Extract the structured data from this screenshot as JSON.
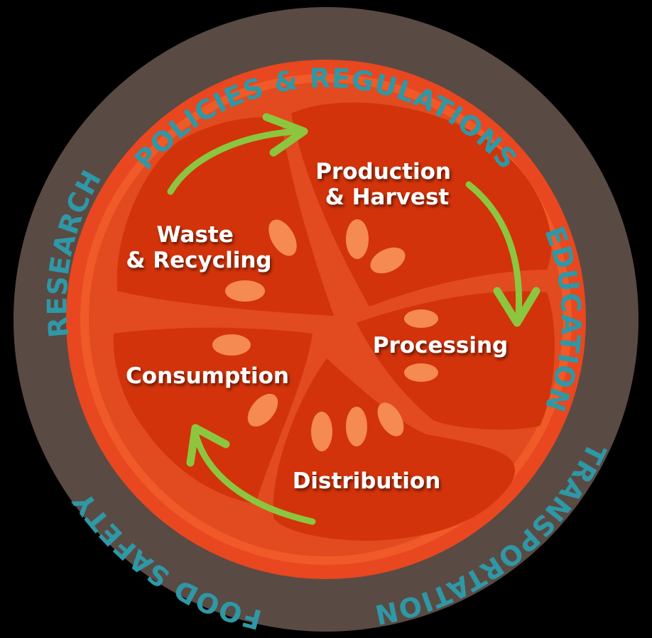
{
  "outer_ring": {
    "labels": {
      "top": "POLICIES & REGULATIONS",
      "right": "EDUCATION",
      "bottom_right": "TRANSPORTATION",
      "bottom_left": "FOOD SAFETY",
      "left": "RESEARCH"
    }
  },
  "segments": {
    "production": {
      "line1": "Production",
      "line2": "& Harvest"
    },
    "processing": {
      "line1": "Processing"
    },
    "distribution": {
      "line1": "Distribution"
    },
    "consumption": {
      "line1": "Consumption"
    },
    "waste": {
      "line1": "Waste",
      "line2": "& Recycling"
    }
  },
  "colors": {
    "background": "#000000",
    "ring": "#5a4a44",
    "ring_text": "#2e98a6",
    "tomato_outer": "#e8471f",
    "tomato_flesh": "#d2330a",
    "membrane": "#f05a28",
    "seed": "#f58a52",
    "arrow": "#8cc63f",
    "segment_text": "#ffffff"
  }
}
